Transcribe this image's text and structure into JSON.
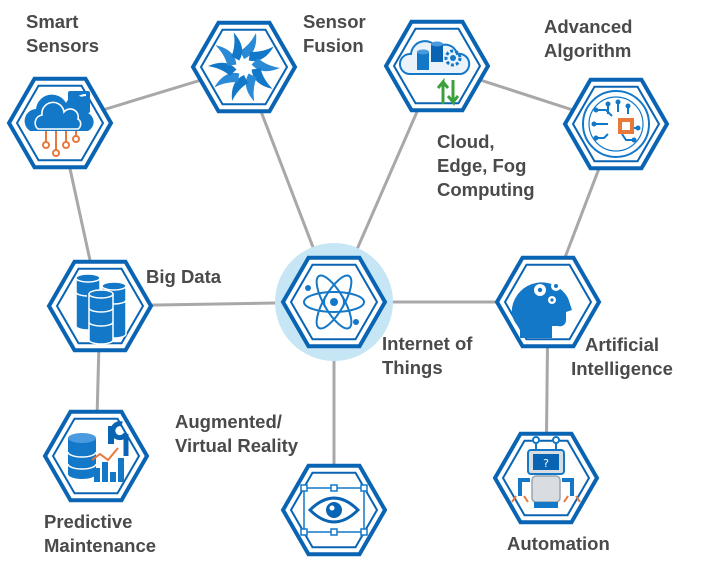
{
  "colors": {
    "hex_stroke": "#0a64b4",
    "icon_blue": "#1478c8",
    "line_gray": "#a8a8a8",
    "glow": "#c6e6f6",
    "label_text": "#4a4a4a",
    "green": "#3ca03c",
    "orange": "#e8783c"
  },
  "nodes": [
    {
      "id": "smart-sensors",
      "label": "Smart\nSensors",
      "icon": "cloud-circuit-icon"
    },
    {
      "id": "sensor-fusion",
      "label": "Sensor\nFusion",
      "icon": "swirl-fusion-icon"
    },
    {
      "id": "cloud-computing",
      "label": "Cloud,\nEdge, Fog\nComputing",
      "icon": "cloud-database-sync-icon"
    },
    {
      "id": "advanced-algorithm",
      "label": "Advanced\nAlgorithm",
      "icon": "circuit-chip-icon"
    },
    {
      "id": "big-data",
      "label": "Big Data",
      "icon": "database-stack-icon"
    },
    {
      "id": "iot",
      "label": "Internet of\nThings",
      "icon": "atom-icon"
    },
    {
      "id": "ai",
      "label": "Artificial\nIntelligence",
      "icon": "ai-head-gears-icon"
    },
    {
      "id": "predictive-maintenance",
      "label": "Predictive\nMaintenance",
      "icon": "database-tools-chart-icon"
    },
    {
      "id": "ar-vr",
      "label": "Augmented/\nVirtual Reality",
      "icon": "eye-frame-icon"
    },
    {
      "id": "automation",
      "label": "Automation",
      "icon": "robot-icon"
    }
  ],
  "edges": [
    [
      "smart-sensors",
      "sensor-fusion"
    ],
    [
      "smart-sensors",
      "big-data"
    ],
    [
      "sensor-fusion",
      "iot"
    ],
    [
      "cloud-computing",
      "iot"
    ],
    [
      "cloud-computing",
      "advanced-algorithm"
    ],
    [
      "advanced-algorithm",
      "ai"
    ],
    [
      "big-data",
      "iot"
    ],
    [
      "big-data",
      "predictive-maintenance"
    ],
    [
      "iot",
      "ai"
    ],
    [
      "iot",
      "ar-vr"
    ],
    [
      "ai",
      "automation"
    ]
  ]
}
